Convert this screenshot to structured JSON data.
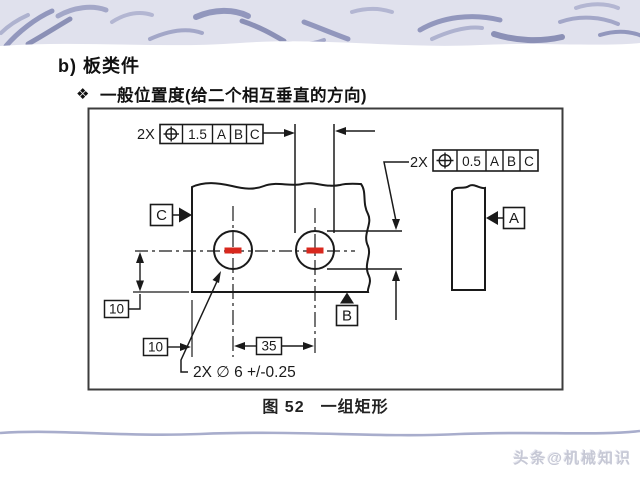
{
  "slide": {
    "heading": "b) 板类件",
    "bullet_symbol": "❖",
    "bullet_text": "一般位置度(给二个相互垂直的方向)",
    "caption_figure": "图 52",
    "caption_title": "一组矩形",
    "watermark": "头条@机械知识"
  },
  "drawing": {
    "fcf1": {
      "qty": "2X",
      "symbol": "⊕",
      "tolerance": "1.5",
      "datum1": "A",
      "datum2": "B",
      "datum3": "C"
    },
    "fcf2": {
      "qty": "2X",
      "symbol": "⊕",
      "tolerance": "0.5",
      "datum1": "A",
      "datum2": "B",
      "datum3": "C"
    },
    "datum_a": "A",
    "datum_b": "B",
    "datum_c": "C",
    "dim_vertical_10": "10",
    "dim_horizontal_10": "10",
    "dim_spacing_35": "35",
    "hole_note": "2X ∅ 6 +/-0.25"
  },
  "colors": {
    "line": "#1a1a1a",
    "accent_red": "#d8281e",
    "band_background": "#e0e1ed",
    "band_stroke": "#9297bd",
    "watermark_gray": "#c6c8d5"
  }
}
